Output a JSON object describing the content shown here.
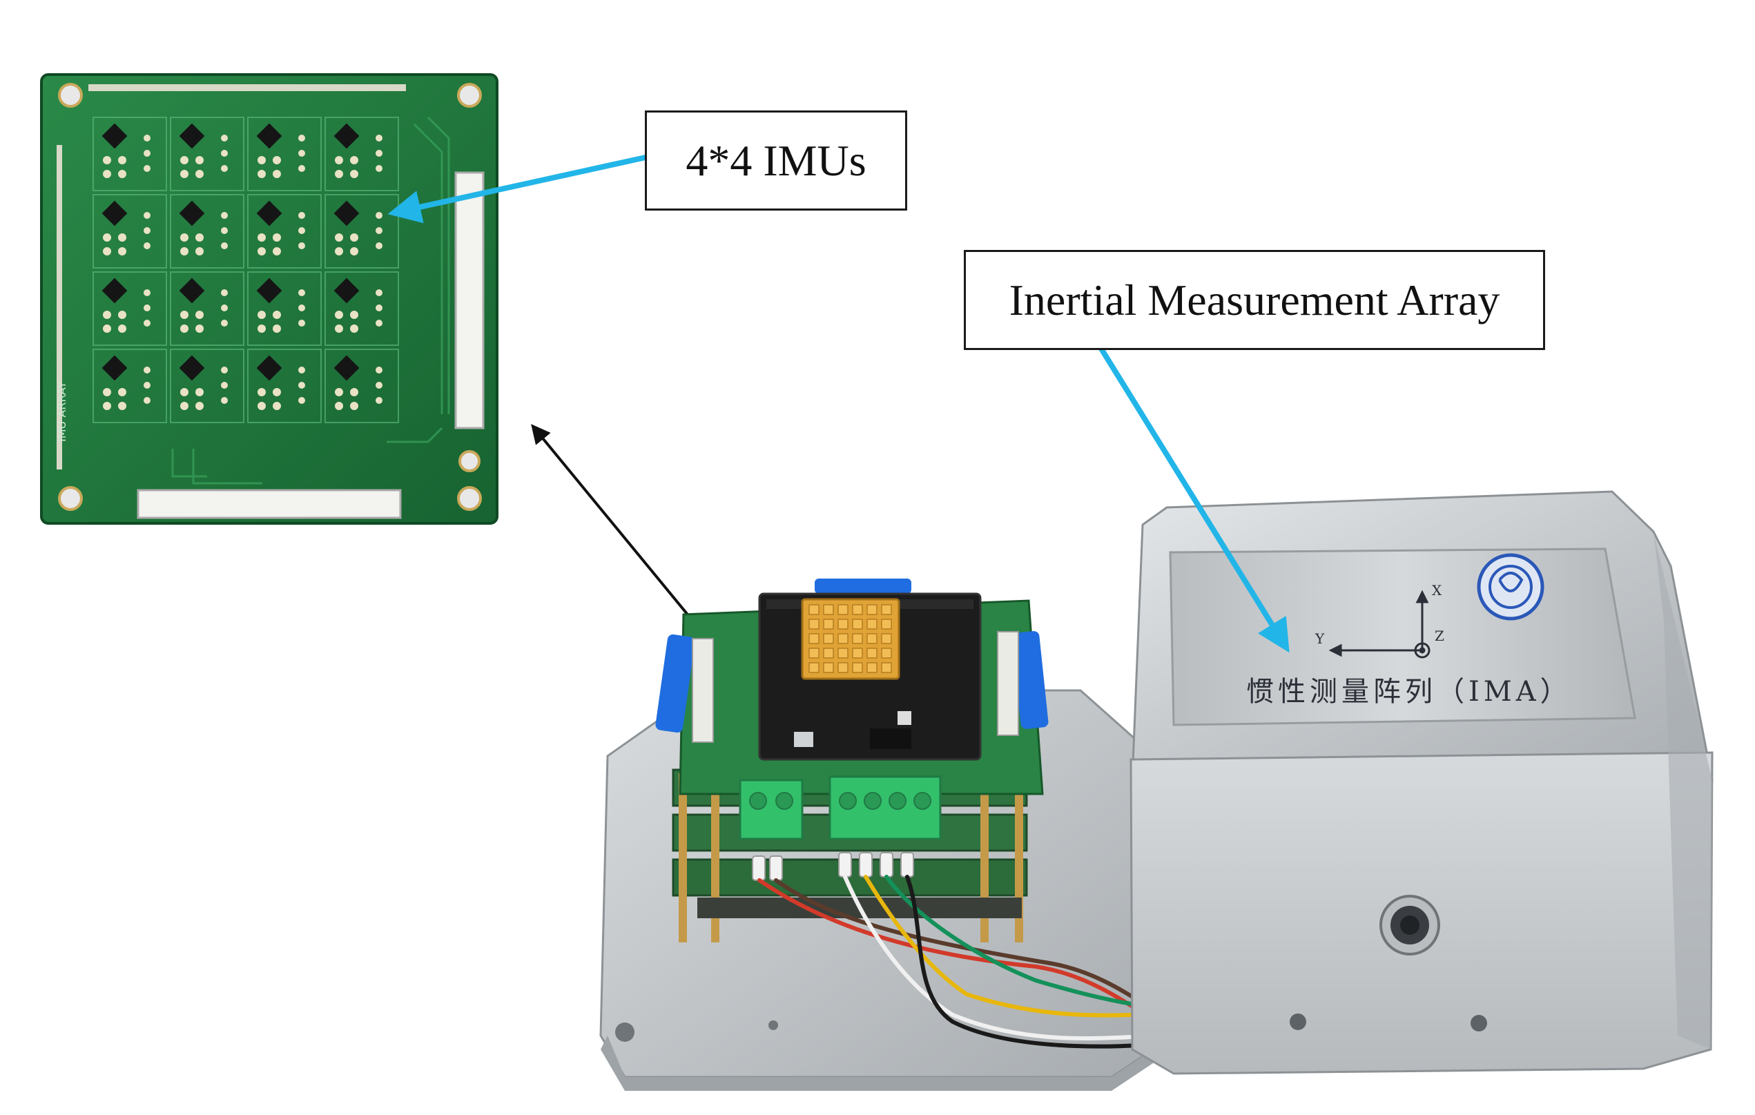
{
  "labels": {
    "imus": "4*4 IMUs",
    "ima": "Inertial Measurement Array"
  },
  "pcb_silkscreen": "IMU ARRAY",
  "plate": {
    "axis_x": "X",
    "axis_y": "Y",
    "axis_z": "Z",
    "chinese_title": "惯性测量阵列（IMA）"
  },
  "colors": {
    "pcb_green": "#1f7a3c",
    "annotation_arrow": "#22b5e8",
    "pointer_arrow": "#111111",
    "aluminum": "#c7cbce",
    "heatsink_gold": "#e0a336",
    "connector_green": "#33c06b"
  },
  "imu_grid": {
    "rows": 4,
    "cols": 4
  }
}
